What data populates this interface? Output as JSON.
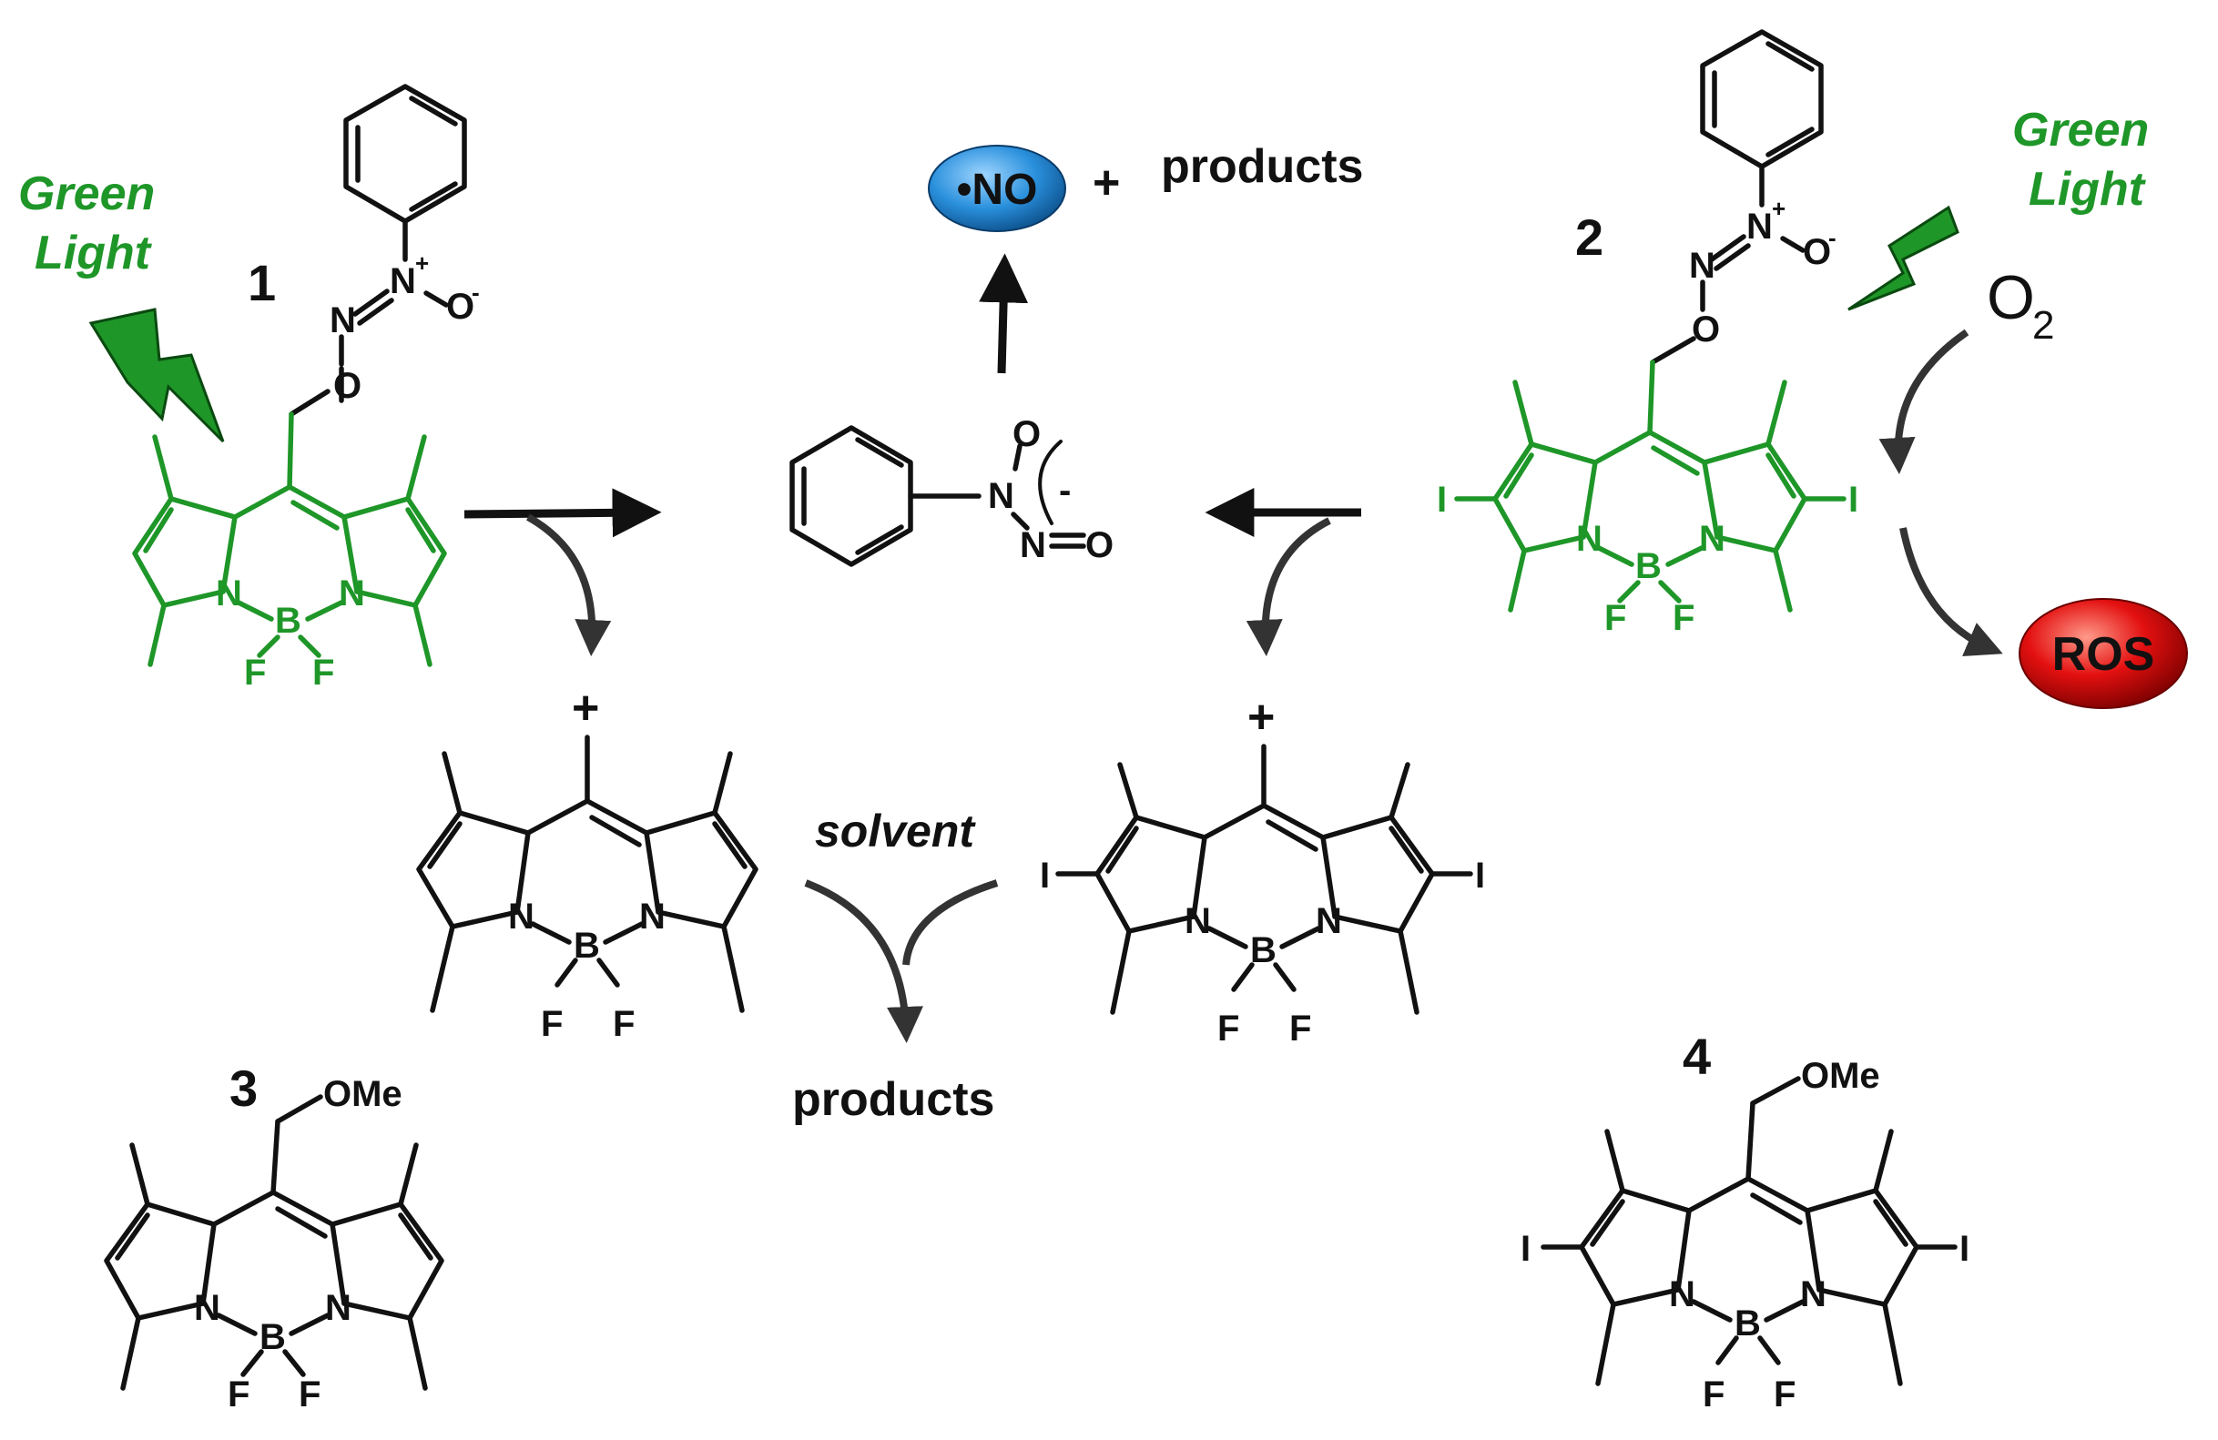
{
  "colors": {
    "green": "#1e9628",
    "black": "#111111",
    "no_blue": "#1e88d4",
    "ros_red": "#e01010"
  },
  "light_left": {
    "line1": "Green",
    "line2": "Light"
  },
  "light_right": {
    "line1": "Green",
    "line2": "Light"
  },
  "compound_labels": {
    "c1": "1",
    "c2": "2",
    "c3": "3",
    "c4": "4"
  },
  "no_product": {
    "pill": "•NO",
    "plus": "+",
    "products": "products"
  },
  "oxygen": {
    "symbol": "O",
    "subscript": "2"
  },
  "ros": {
    "label": "ROS"
  },
  "cation_charge": "+",
  "solvent": {
    "label": "solvent",
    "products": "products"
  },
  "substituent": {
    "ome": "OMe"
  },
  "atoms": {
    "N": "N",
    "B": "B",
    "F": "F",
    "O": "O",
    "I": "I",
    "minus": "-",
    "plus": "+"
  },
  "icons": [
    "lightning-bolt-icon",
    "lightning-bolt-icon"
  ]
}
